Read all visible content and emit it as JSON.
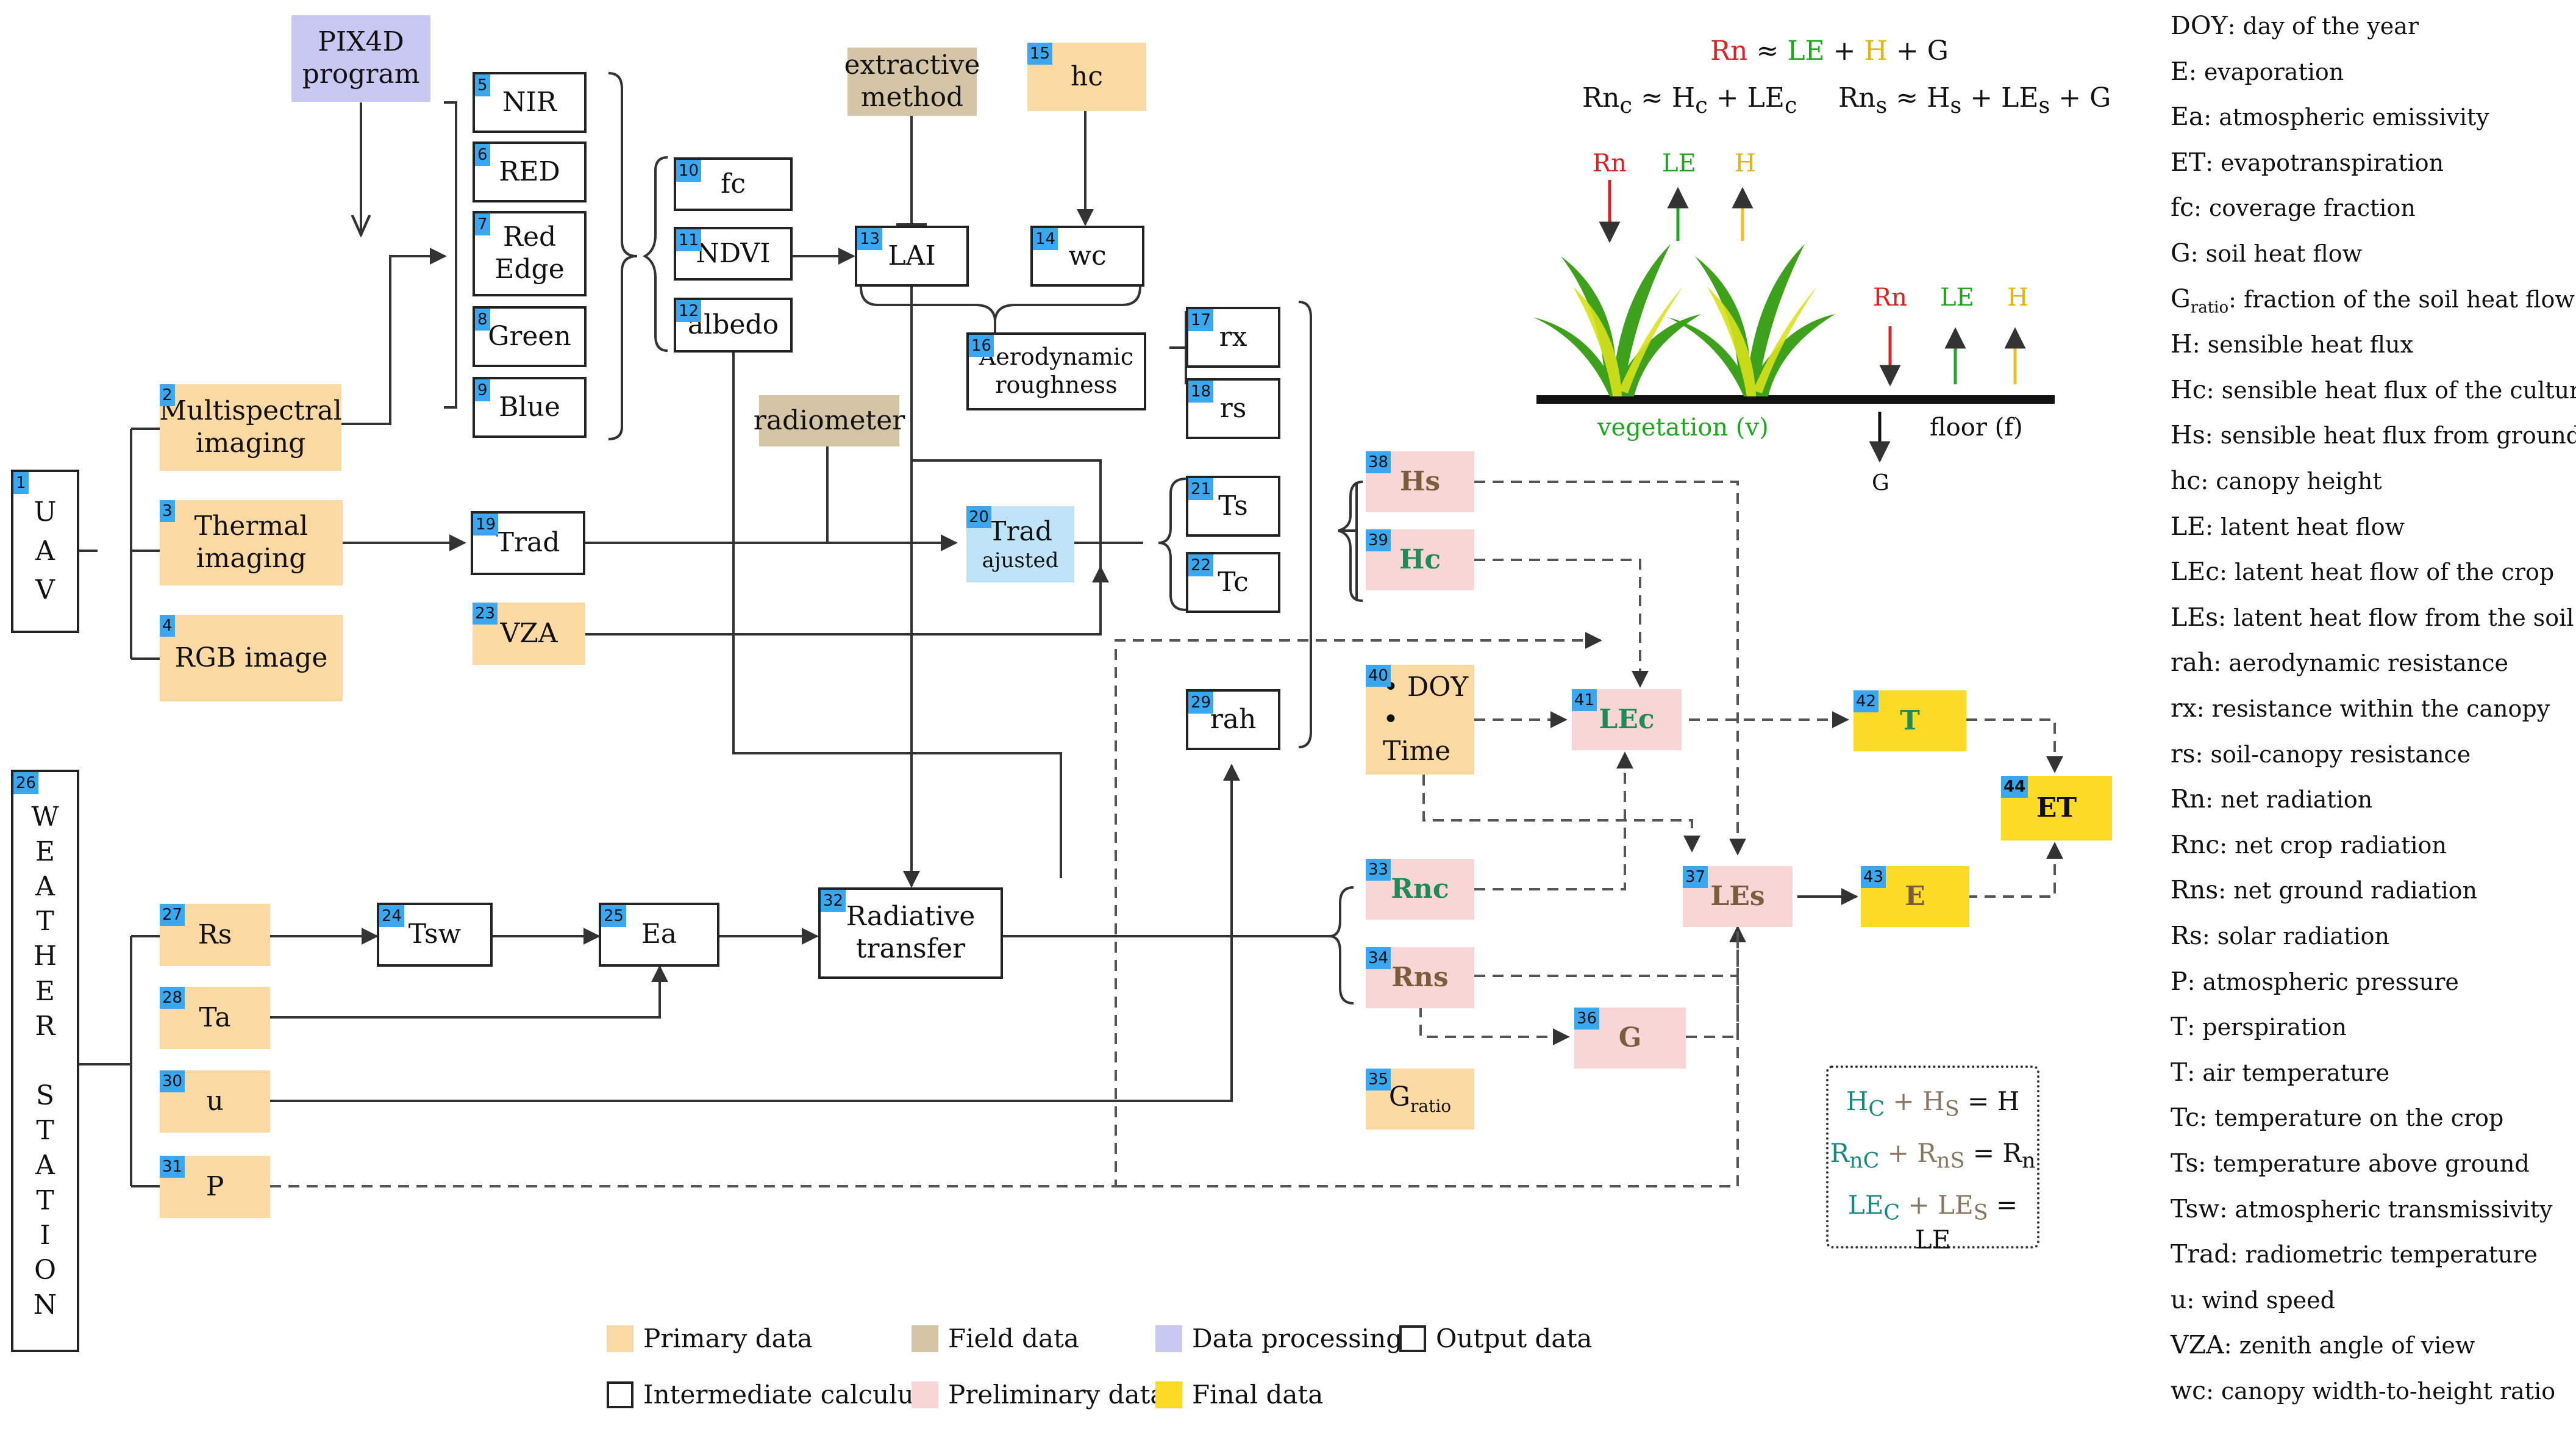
{
  "nodes": {
    "pix4d": {
      "text": "PIX4D\nprogram"
    },
    "extractive": {
      "text": "extractive\nmethod"
    },
    "radiometer": {
      "text": "radiometer"
    },
    "n1": {
      "num": "1",
      "text": "U\nA\nV"
    },
    "n2": {
      "num": "2",
      "text": "Multispectral\nimaging"
    },
    "n3": {
      "num": "3",
      "text": "Thermal\nimaging"
    },
    "n4": {
      "num": "4",
      "text": "RGB image"
    },
    "n5": {
      "num": "5",
      "text": "NIR"
    },
    "n6": {
      "num": "6",
      "text": "RED"
    },
    "n7": {
      "num": "7",
      "text": "Red\nEdge"
    },
    "n8": {
      "num": "8",
      "text": "Green"
    },
    "n9": {
      "num": "9",
      "text": "Blue"
    },
    "n10": {
      "num": "10",
      "text": "fc"
    },
    "n11": {
      "num": "11",
      "text": "NDVI"
    },
    "n12": {
      "num": "12",
      "text": "albedo"
    },
    "n13": {
      "num": "13",
      "text": "LAI"
    },
    "n14": {
      "num": "14",
      "text": "wc"
    },
    "n15": {
      "num": "15",
      "text": "hc"
    },
    "n16": {
      "num": "16",
      "text": "Aerodynamic\nroughness"
    },
    "n17": {
      "num": "17",
      "text": "rx"
    },
    "n18": {
      "num": "18",
      "text": "rs"
    },
    "n19": {
      "num": "19",
      "text": "Trad"
    },
    "n20": {
      "num": "20",
      "text": "Trad",
      "sub": "ajusted"
    },
    "n21": {
      "num": "21",
      "text": "Ts"
    },
    "n22": {
      "num": "22",
      "text": "Tc"
    },
    "n23": {
      "num": "23",
      "text": "VZA"
    },
    "n24": {
      "num": "24",
      "text": "Tsw"
    },
    "n25": {
      "num": "25",
      "text": "Ea"
    },
    "n26": {
      "num": "26",
      "text": "W\nE\nA\nT\nH\nE\nR\n\nS\nT\nA\nT\nI\nO\nN"
    },
    "n27": {
      "num": "27",
      "text": "Rs"
    },
    "n28": {
      "num": "28",
      "text": "Ta"
    },
    "n29": {
      "num": "29",
      "text": "rah"
    },
    "n30": {
      "num": "30",
      "text": "u"
    },
    "n31": {
      "num": "31",
      "text": "P"
    },
    "n32": {
      "num": "32",
      "text": "Radiative\ntransfer"
    },
    "n33": {
      "num": "33",
      "text": "Rnc"
    },
    "n34": {
      "num": "34",
      "text": "Rns"
    },
    "n35": {
      "num": "35",
      "text": "G",
      "sub": "ratio"
    },
    "n36": {
      "num": "36",
      "text": "G"
    },
    "n37": {
      "num": "37",
      "text": "LEs"
    },
    "n38": {
      "num": "38",
      "text": "Hs"
    },
    "n39": {
      "num": "39",
      "text": "Hc"
    },
    "n40": {
      "num": "40",
      "text": "• DOY\n• Time"
    },
    "n41": {
      "num": "41",
      "text": "LEc"
    },
    "n42": {
      "num": "42",
      "text": "T"
    },
    "n43": {
      "num": "43",
      "text": "E"
    },
    "n44": {
      "num": "44",
      "text": "ET"
    }
  },
  "legend": {
    "primary": "Primary data",
    "field": "Field data",
    "processing": "Data processing",
    "output": "Output data",
    "intermediate": "Intermediate calculus",
    "preliminary": "Preliminary data",
    "final": "Final data"
  },
  "energy": {
    "eq_main": {
      "rn": "Rn",
      "approx": " ≈ ",
      "le": "LE",
      "plus1": " + ",
      "h": "H",
      "rest": " + G"
    },
    "eq_crop": {
      "a": "Rn",
      "a_sub": "c",
      "b": " ≈ H",
      "b_sub": "c",
      "c": " + LE",
      "c_sub": "c"
    },
    "eq_soil": {
      "a": "Rn",
      "a_sub": "s",
      "b": " ≈ H",
      "b_sub": "s",
      "c": " + LE",
      "c_sub": "s",
      "d": " + G"
    },
    "veg_labels": {
      "rn": "Rn",
      "le": "LE",
      "h": "H"
    },
    "soil_labels": {
      "rn": "Rn",
      "le": "LE",
      "h": "H"
    },
    "vegetation": "vegetation (v)",
    "floor": "floor (f)",
    "g": "G"
  },
  "summary": [
    {
      "a": "H",
      "a_sub": "C",
      "b": " + H",
      "b_sub": "S",
      "c": " = H"
    },
    {
      "a": "R",
      "a_sub": "nC",
      "b": " + R",
      "b_sub": "nS",
      "c": " = R",
      "c_sub": "n"
    },
    {
      "a": "LE",
      "a_sub": "C",
      "b": " + LE",
      "b_sub": "S",
      "c": " = LE"
    }
  ],
  "glossary": [
    {
      "term": "DOY",
      "def": ": day of the year"
    },
    {
      "term": "E",
      "def": ": evaporation"
    },
    {
      "term": "Ea",
      "def": ": atmospheric emissivity"
    },
    {
      "term": "ET",
      "def": ": evapotranspiration"
    },
    {
      "term": "fc",
      "def": ": coverage fraction"
    },
    {
      "term": "G",
      "def": ": soil heat flow"
    },
    {
      "term": "G",
      "sub": "ratio",
      "def": ": fraction of the soil heat flow"
    },
    {
      "term": "H",
      "def": ": sensible heat flux"
    },
    {
      "term": "Hc",
      "def": ": sensible heat flux of the culture air"
    },
    {
      "term": "Hs",
      "def": ": sensible heat flux from ground air"
    },
    {
      "term": "hc",
      "def": ": canopy height"
    },
    {
      "term": "LE",
      "def": ": latent heat flow"
    },
    {
      "term": "LEc",
      "def": ": latent heat flow of the crop"
    },
    {
      "term": "LEs",
      "def": ": latent heat flow from the soil"
    },
    {
      "term": "rah",
      "def": ": aerodynamic resistance"
    },
    {
      "term": "rx",
      "def": ": resistance within the canopy"
    },
    {
      "term": "rs",
      "def": ": soil-canopy resistance"
    },
    {
      "term": "Rn",
      "def": ": net radiation"
    },
    {
      "term": "Rnc",
      "def": ": net crop radiation"
    },
    {
      "term": "Rns",
      "def": ": net ground radiation"
    },
    {
      "term": "Rs",
      "def": ": solar radiation"
    },
    {
      "term": "P",
      "def": ": atmospheric pressure"
    },
    {
      "term": "T",
      "def": ": perspiration"
    },
    {
      "term": "T",
      "def": ": air temperature"
    },
    {
      "term": "Tc",
      "def": ": temperature on the crop"
    },
    {
      "term": "Ts",
      "def": ": temperature above ground"
    },
    {
      "term": "Tsw",
      "def": ": atmospheric transmissivity"
    },
    {
      "term": "Trad",
      "def": ": radiometric temperature"
    },
    {
      "term": "u",
      "def": ": wind speed"
    },
    {
      "term": "VZA",
      "def": ": zenith angle of view"
    },
    {
      "term": "wc",
      "def": ": canopy width-to-height ratio"
    }
  ],
  "colors": {
    "primary": "#fbd9a3",
    "field": "#d4c5a6",
    "processing": "#c9c8f2",
    "preliminary": "#f9d6d6",
    "final": "#fbdb25",
    "number_tag": "#39a8f0",
    "adjusted": "#bfe3f7"
  }
}
